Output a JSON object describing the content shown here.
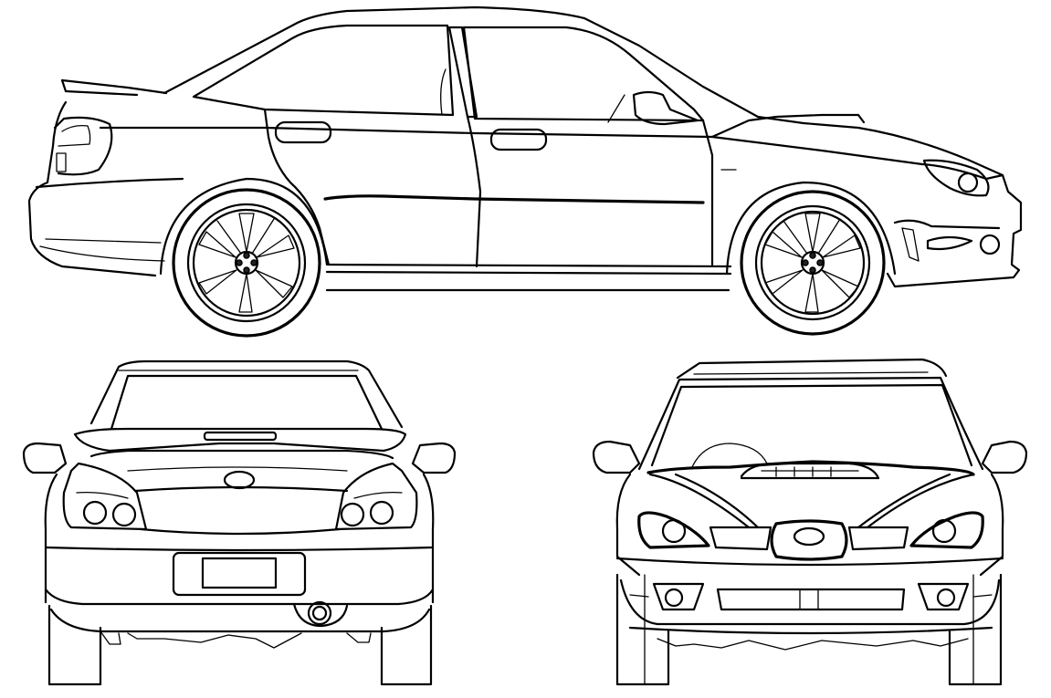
{
  "drawing": {
    "views": [
      {
        "id": "side",
        "label": ""
      },
      {
        "id": "rear",
        "label": ""
      },
      {
        "id": "front",
        "label": ""
      }
    ],
    "colors": {
      "line": "#000000",
      "background": "#ffffff"
    }
  }
}
